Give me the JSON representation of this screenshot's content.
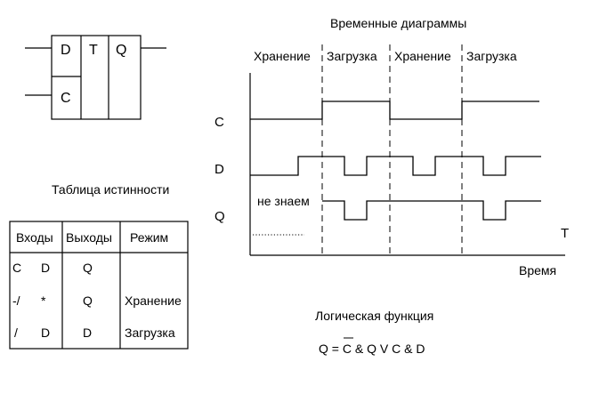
{
  "flipflop": {
    "pin_d": "D",
    "pin_c": "C",
    "type_label": "T",
    "output_q": "Q"
  },
  "truth_table": {
    "title": "Таблица истинности",
    "headers": [
      "Входы",
      "Выходы",
      "Режим"
    ],
    "rows": [
      [
        "C",
        "D",
        "Q",
        ""
      ],
      [
        "-/",
        "*",
        "Q",
        "Хранение"
      ],
      [
        "/",
        "D",
        "D",
        "Загрузка"
      ]
    ]
  },
  "timing": {
    "title": "Временные диаграммы",
    "phases": [
      "Хранение",
      "Загрузка",
      "Хранение",
      "Загрузка"
    ],
    "signals": [
      "C",
      "D",
      "Q"
    ],
    "unknown_label": "не знаем",
    "t_label": "T",
    "time_axis_label": "Время"
  },
  "logic": {
    "title": "Логическая функция",
    "expr_prefix": "Q = ",
    "expr_over": "C",
    "expr_suffix": " & Q V C & D"
  }
}
